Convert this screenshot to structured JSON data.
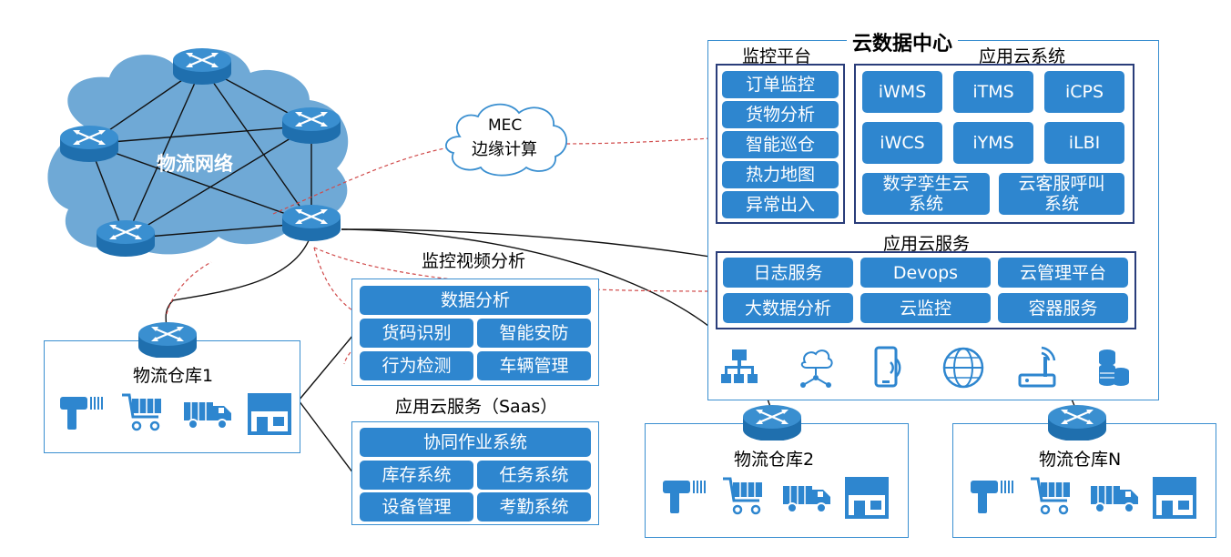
{
  "network": {
    "label": "物流网络"
  },
  "mec": {
    "line1": "MEC",
    "line2": "边缘计算"
  },
  "datacenter": {
    "title": "云数据中心",
    "monitor_platform": {
      "title": "监控平台",
      "items": [
        "订单监控",
        "货物分析",
        "智能巡仓",
        "热力地图",
        "异常出入"
      ]
    },
    "app_cloud_system": {
      "title": "应用云系统",
      "items": [
        "iWMS",
        "iTMS",
        "iCPS",
        "iWCS",
        "iYMS",
        "iLBI"
      ],
      "wide_items": [
        {
          "line1": "数字孪生云",
          "line2": "系统"
        },
        {
          "line1": "云客服呼叫",
          "line2": "系统"
        }
      ]
    },
    "app_cloud_service": {
      "title": "应用云服务",
      "items": [
        "日志服务",
        "Devops",
        "云管理平台",
        "大数据分析",
        "云监控",
        "容器服务"
      ]
    },
    "icons": [
      "network-topology-icon",
      "cloud-network-icon",
      "mobile-wifi-icon",
      "www-globe-icon",
      "wireless-router-icon",
      "coin-stack-icon"
    ]
  },
  "video_analysis": {
    "title": "监控视频分析",
    "header": "数据分析",
    "items": [
      "货码识别",
      "智能安防",
      "行为检测",
      "车辆管理"
    ]
  },
  "saas": {
    "title": "应用云服务（Saas）",
    "header": "协同作业系统",
    "items": [
      "库存系统",
      "任务系统",
      "设备管理",
      "考勤系统"
    ]
  },
  "warehouses": [
    {
      "name": "物流仓库1"
    },
    {
      "name": "物流仓库2"
    },
    {
      "name": "物流仓库N"
    }
  ],
  "colors": {
    "blue": "#2e86cf",
    "panel_border": "#3a8fd0",
    "navy": "#2a3d7a",
    "cloud": "#6fa9d6",
    "dashed": "#d04a4a"
  }
}
